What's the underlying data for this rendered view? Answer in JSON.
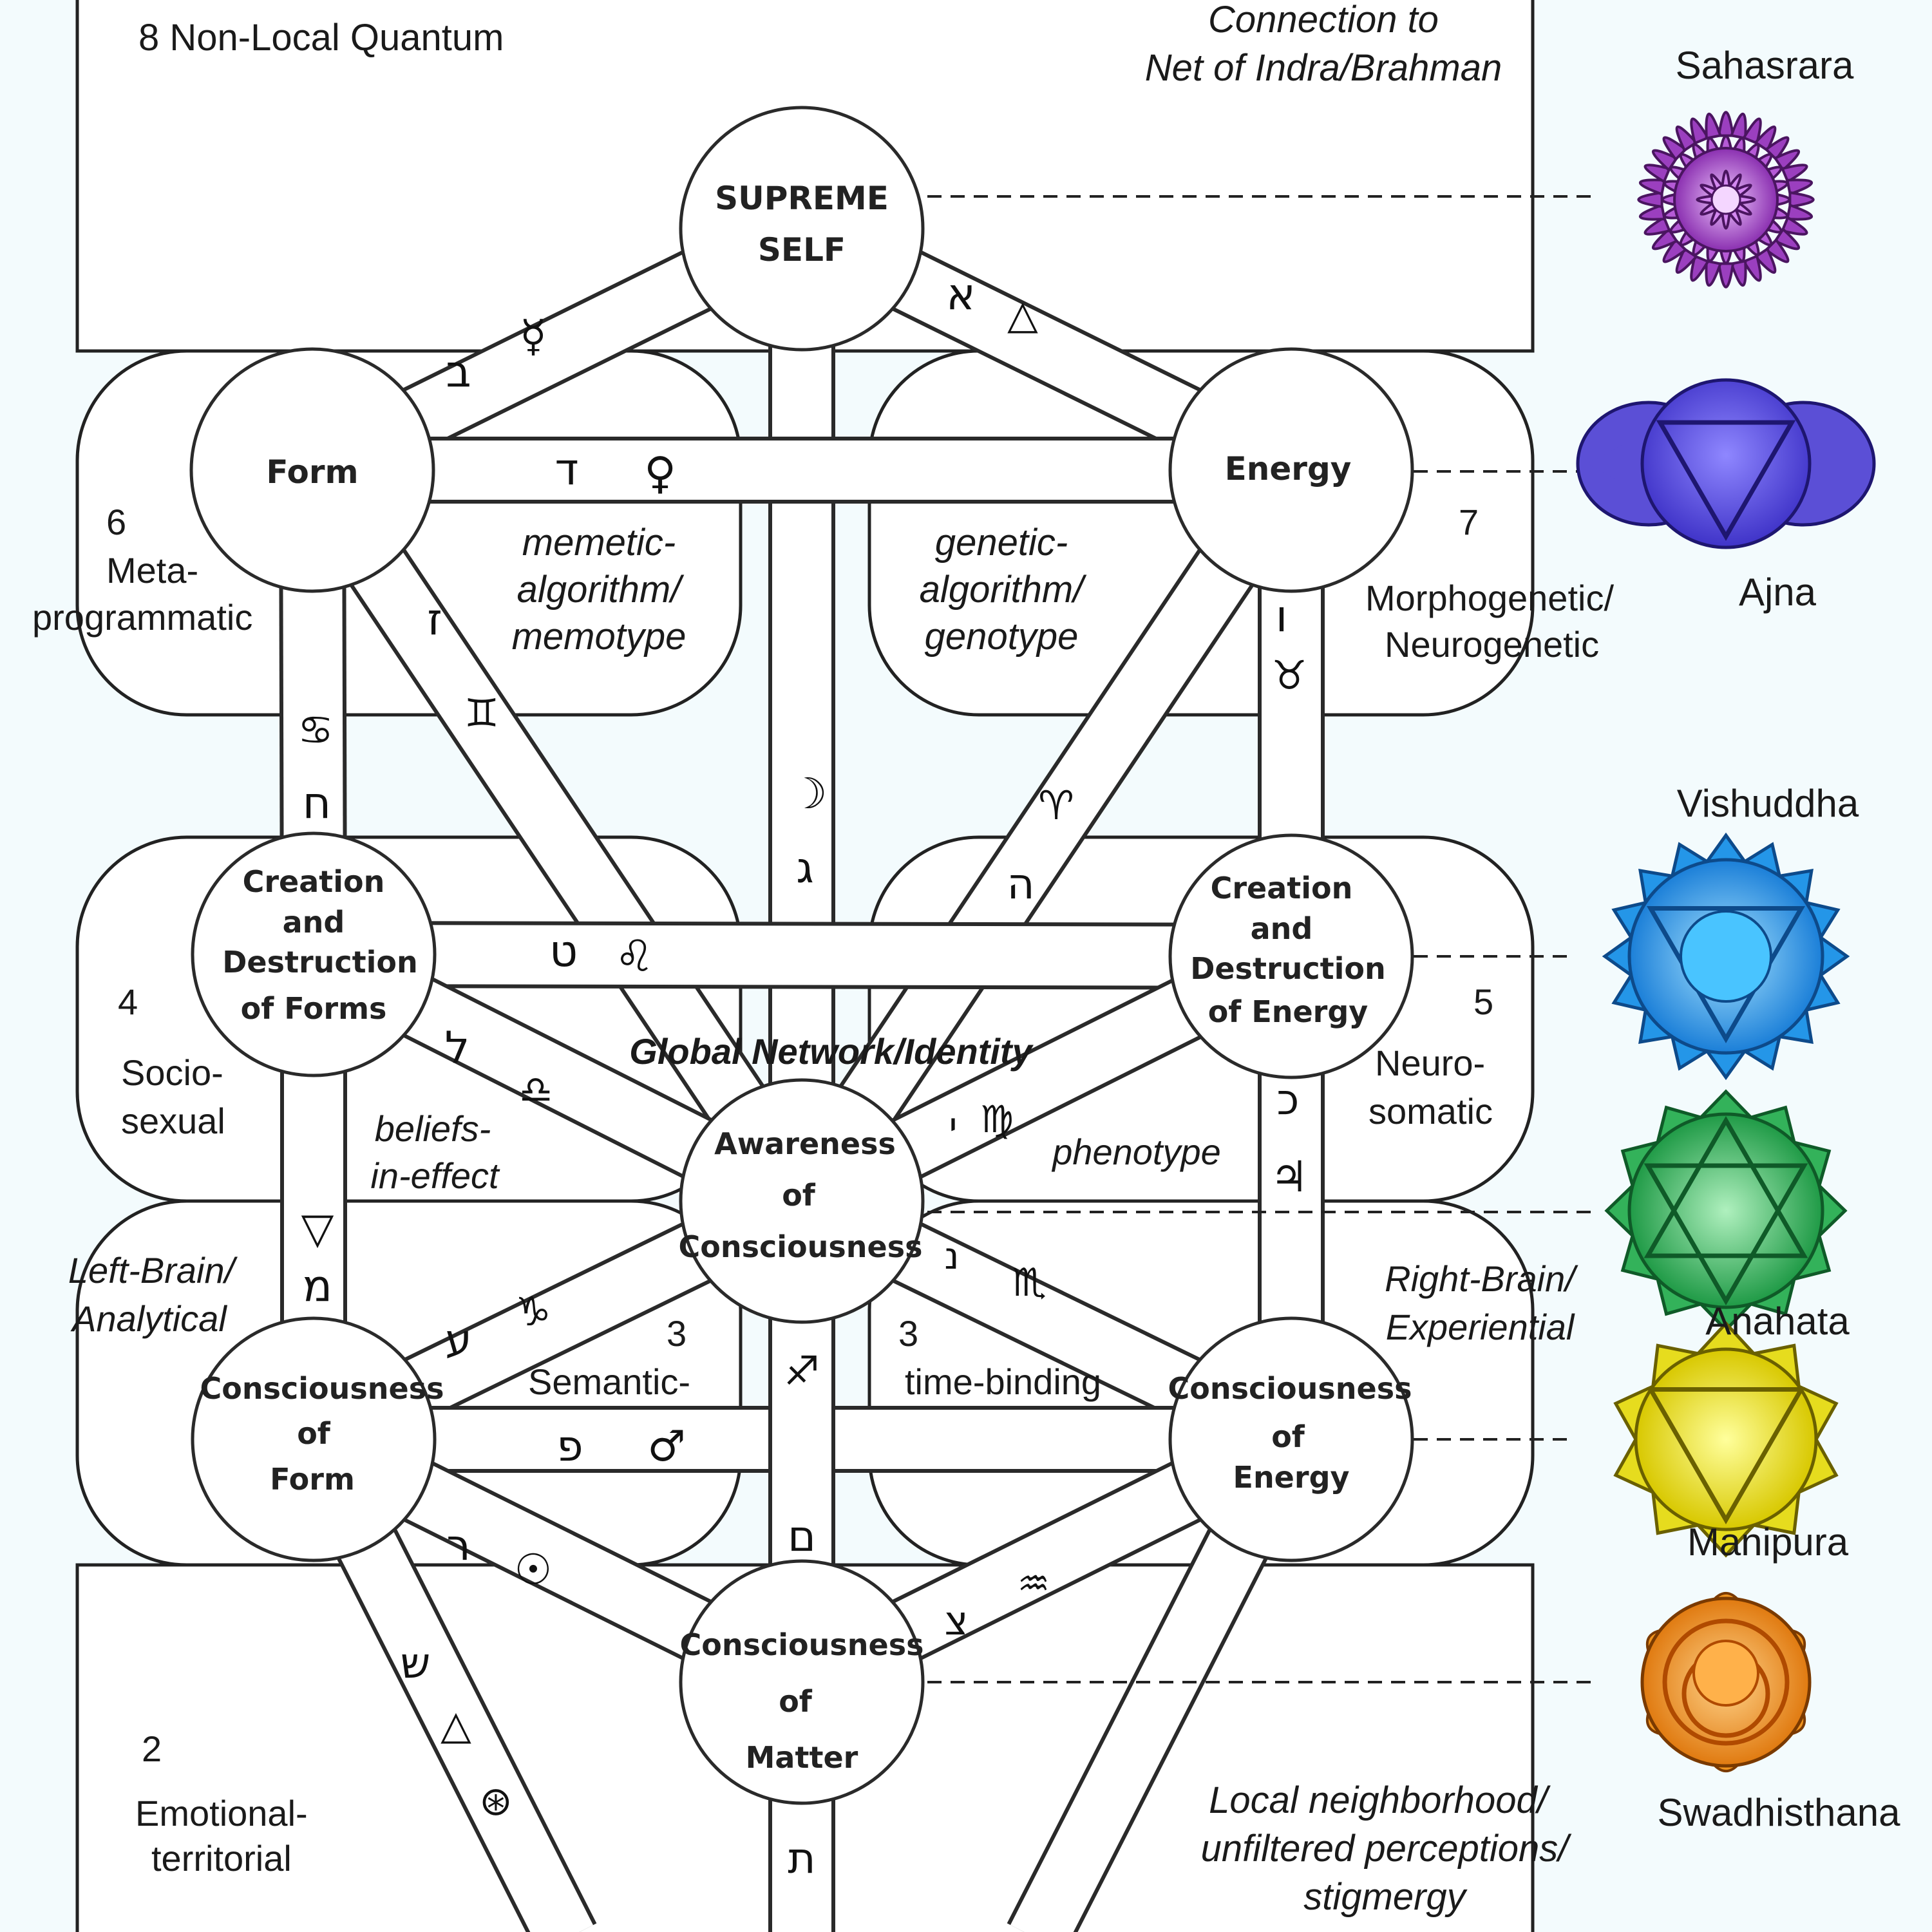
{
  "colors": {
    "background": "#f3fbfd",
    "line": "#2a2a2a",
    "fill": "#ffffff",
    "sahasrara": "#9b3fbf",
    "ajna": "#5b4fd6",
    "vishuddha": "#2496e8",
    "anahata": "#33b25a",
    "manipura": "#e6dc1e",
    "swadhisthana": "#f0941e"
  },
  "nodes": {
    "supreme_self": [
      "SUPREME",
      "SELF"
    ],
    "form": [
      "Form"
    ],
    "energy": [
      "Energy"
    ],
    "creation_forms": [
      "Creation",
      "and",
      "Destruction",
      "of Forms"
    ],
    "creation_energy": [
      "Creation",
      "and",
      "Destruction",
      "of Energy"
    ],
    "awareness": [
      "Awareness",
      "of",
      "Consciousness"
    ],
    "cons_form": [
      "Consciousness",
      "of",
      "Form"
    ],
    "cons_energy": [
      "Consciousness",
      "of",
      "Energy"
    ],
    "cons_matter": [
      "Consciousness",
      "of",
      "Matter"
    ]
  },
  "levels": {
    "l8": "8  Non-Local Quantum",
    "l8_note": [
      "Connection to",
      "Net of Indra/Brahman"
    ],
    "l6": [
      "6",
      "Meta-",
      "programmatic"
    ],
    "l7": [
      "7",
      "Morphogenetic/",
      "Neurogenetic"
    ],
    "l4": [
      "4",
      "Socio-",
      "sexual"
    ],
    "l5": [
      "5",
      "Neuro-",
      "somatic"
    ],
    "l3a": [
      "3",
      "Semantic-"
    ],
    "l3b": [
      "3",
      "time-binding"
    ],
    "l2": [
      "2",
      "Emotional-",
      "territorial"
    ],
    "l2_note": [
      "Local neighborhood/",
      "unfiltered perceptions/",
      "stigmergy"
    ]
  },
  "annotations": {
    "memetic": [
      "memetic-",
      "algorithm/",
      "memotype"
    ],
    "genetic": [
      "genetic-",
      "algorithm/",
      "genotype"
    ],
    "global": "Global Network/Identity",
    "beliefs": [
      "beliefs-",
      "in-effect"
    ],
    "phenotype": "phenotype",
    "left_brain": [
      "Left-Brain/",
      "Analytical"
    ],
    "right_brain": [
      "Right-Brain/",
      "Experiential"
    ]
  },
  "chakras": {
    "sahasrara": "Sahasrara",
    "ajna": "Ajna",
    "vishuddha": "Vishuddha",
    "anahata": "Anahata",
    "manipura": "Manipura",
    "swadhisthana": "Swadhisthana"
  },
  "symbols": {
    "aleph": "א",
    "delta": "△",
    "beth": "ב",
    "mercury": "☿",
    "daleth": "ד",
    "venus": "♀",
    "zayin": "ז",
    "gemini": "♊",
    "vav": "ו",
    "taurus": "♉",
    "cancer": "♋",
    "cheth": "ח",
    "moon": "☽",
    "gimel": "ג",
    "aries": "♈",
    "he": "ה",
    "teth": "ט",
    "leo": "♌",
    "lamed": "ל",
    "libra": "♎",
    "yod": "י",
    "virgo": "♍",
    "kaph": "כ",
    "jupiter": "♃",
    "water": "▽",
    "mem": "מ",
    "nun": "נ",
    "scorpio": "♏",
    "ayin": "ע",
    "capricorn": "♑",
    "sagittarius": "♐",
    "pe": "פ",
    "mars": "♂",
    "samekh": "ם",
    "resh": "ר",
    "sun": "☉",
    "tsadi": "צ",
    "aquarius": "♒",
    "shin": "ש",
    "fire": "△",
    "wheel": "⊛",
    "tav": "ת"
  }
}
